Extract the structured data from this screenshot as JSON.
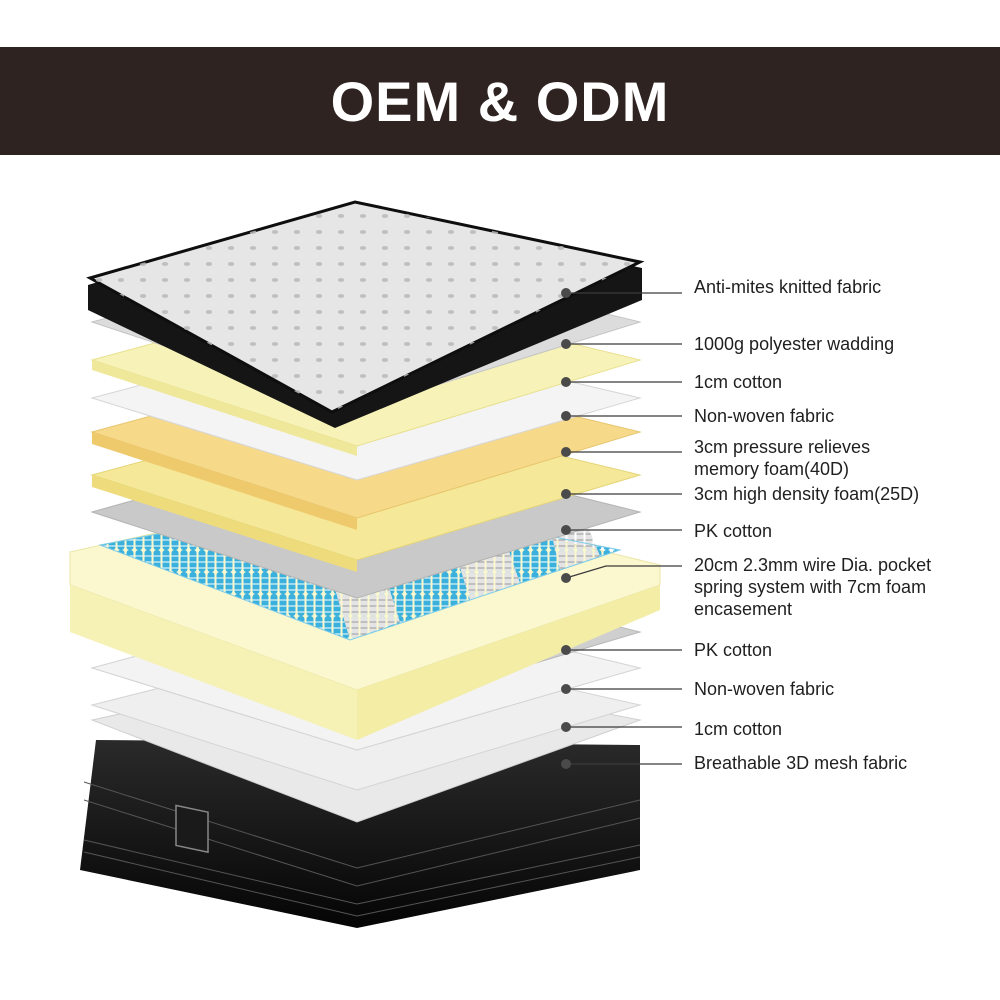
{
  "banner": {
    "title": "OEM & ODM",
    "background": "#2e2321"
  },
  "layers": [
    {
      "lines": [
        "Anti-mites knitted fabric"
      ]
    },
    {
      "lines": [
        "1000g polyester wadding"
      ]
    },
    {
      "lines": [
        "1cm cotton"
      ]
    },
    {
      "lines": [
        "Non-woven fabric"
      ]
    },
    {
      "lines": [
        "3cm pressure relieves",
        "memory foam(40D)"
      ]
    },
    {
      "lines": [
        "3cm high density foam(25D)"
      ]
    },
    {
      "lines": [
        "PK cotton"
      ]
    },
    {
      "lines": [
        "20cm 2.3mm wire Dia. pocket",
        "spring system with 7cm foam",
        "encasement"
      ]
    },
    {
      "lines": [
        "PK cotton"
      ]
    },
    {
      "lines": [
        "Non-woven fabric"
      ]
    },
    {
      "lines": [
        "1cm cotton"
      ]
    },
    {
      "lines": [
        "Breathable 3D mesh fabric"
      ]
    }
  ],
  "colors": {
    "knit": "#e6e6e6",
    "wadding": "#d7d7d7",
    "cotton": "#f7f3b8",
    "nonwoven": "#f1f1f1",
    "memory_foam": "#f7d98a",
    "hd_foam": "#f5e898",
    "pk_cotton": "#c9c9c9",
    "spring": "#3ab0dc",
    "encasement": "#fbf8d0",
    "base": "#111111"
  }
}
